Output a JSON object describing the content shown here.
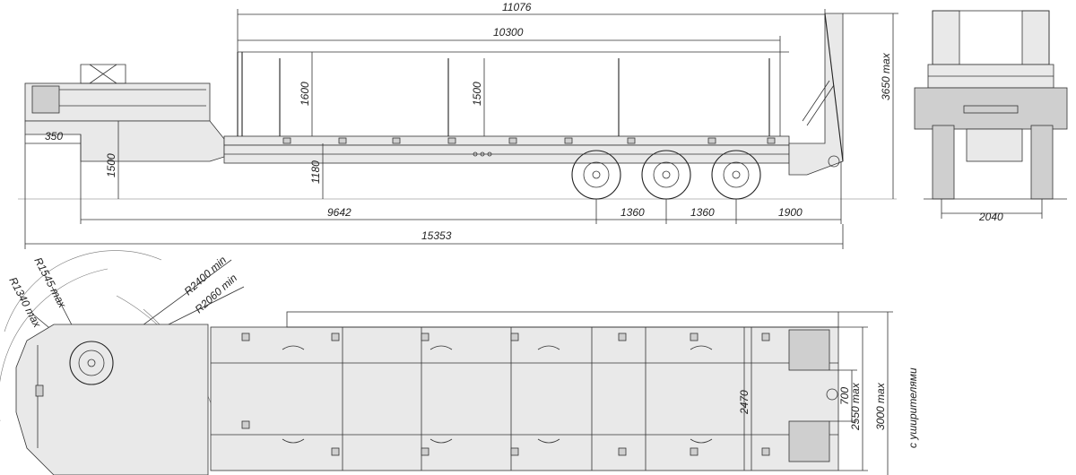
{
  "side_view": {
    "dim_overall_top": "11076",
    "dim_deck_length": "10300",
    "dim_stake_front": "1600",
    "dim_stake_mid": "1500",
    "dim_total_height": "3650 max",
    "dim_gooseneck_offset": "350",
    "dim_gooseneck_height": "1500",
    "dim_deck_height": "1180",
    "dim_kingpin_to_axle": "9642",
    "dim_axle_spacing_1": "1360",
    "dim_axle_spacing_2": "1360",
    "dim_rear_overhang": "1900",
    "dim_total_length": "15353"
  },
  "rear_view": {
    "dim_track_width": "2040"
  },
  "top_view": {
    "dim_radius_1": "R1545 max",
    "dim_radius_2": "R1340 max",
    "dim_radius_3": "R2400 min",
    "dim_radius_4": "R2060 min",
    "dim_inner_width": "2470",
    "dim_ramp_gap": "700",
    "dim_width": "2550 max",
    "dim_width_ext": "3000 max",
    "dim_width_ext_note": "с уширителями"
  }
}
